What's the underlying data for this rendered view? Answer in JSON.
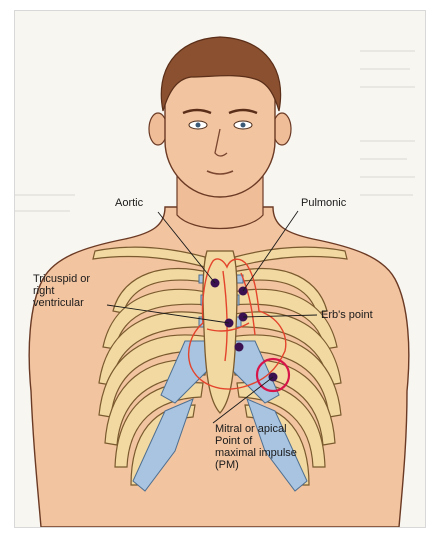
{
  "labels": {
    "aortic": "Aortic",
    "pulmonic": "Pulmonic",
    "tricuspid": "Tricuspid or\nright\nventricular",
    "erbs": "Erb's point",
    "mitral": "Mitral or apical\nPoint of\nmaximal impulse\n(PM)"
  },
  "colors": {
    "skin": "#f2c4a0",
    "hair": "#8a5030",
    "rib": "#f1d9a1",
    "cartilage": "#a8c4e0",
    "heart_outline": "#e4442c",
    "point": "#3a1050",
    "highlight_circle": "#d8154a"
  }
}
